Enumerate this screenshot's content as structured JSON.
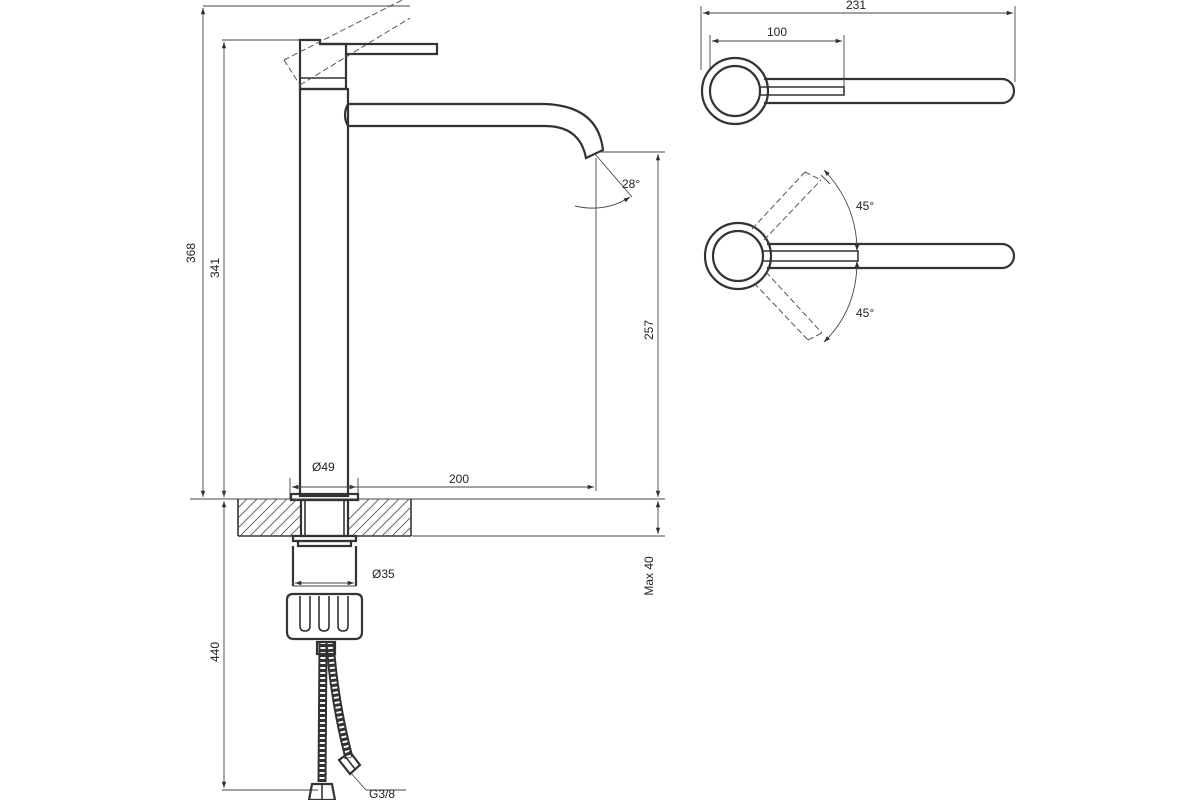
{
  "dimensions": {
    "overall_height": "368",
    "body_height": "341",
    "spout_height": "257",
    "base_diameter": "Ø49",
    "spout_reach": "200",
    "spout_angle": "28°",
    "deck_thickness": "Max 40",
    "shank_diameter": "Ø35",
    "hose_length": "440",
    "hose_thread": "G3/8",
    "total_length": "231",
    "handle_length": "100",
    "rotation_angle_upper": "45°",
    "rotation_angle_lower": "45°"
  }
}
